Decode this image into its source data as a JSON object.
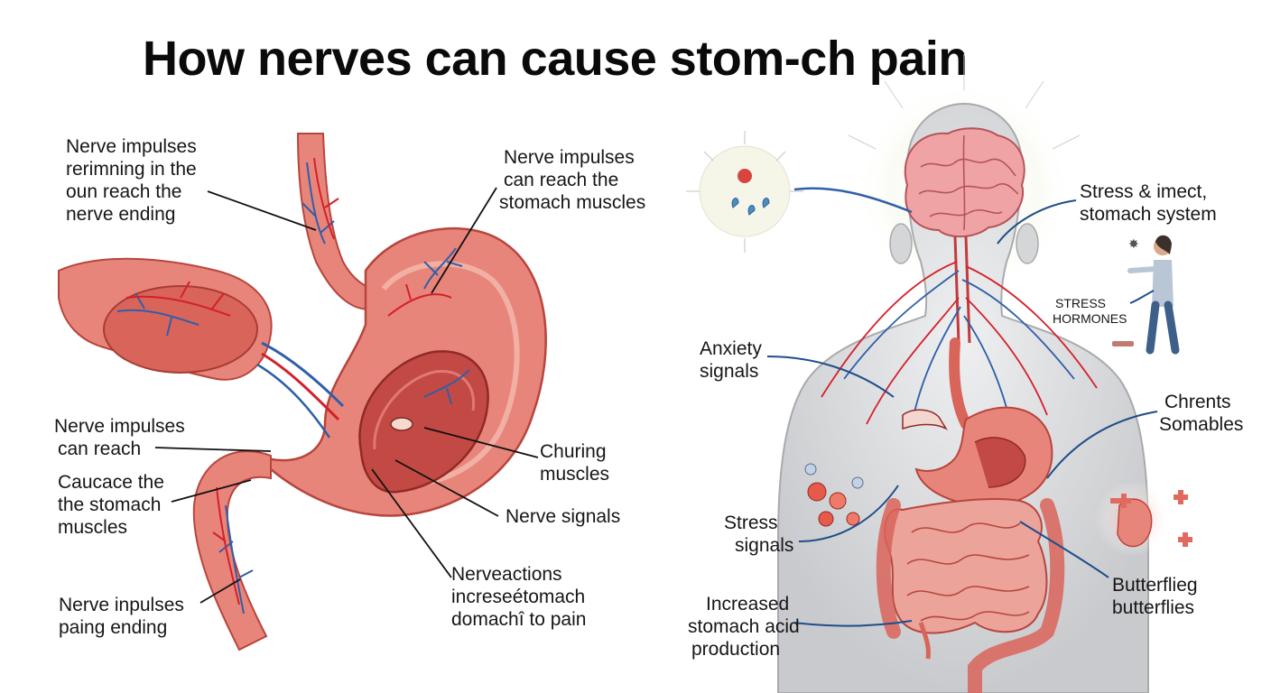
{
  "title": "How nerves can cause stom-ch pain",
  "left_labels": {
    "impulses_running": [
      "Nerve impulses",
      "rerimning in the",
      "oun reach the",
      "nerve ending"
    ],
    "reach_stomach_muscles": [
      "Nerve impulses",
      "can reach the",
      "stomach muscles"
    ],
    "can_reach": [
      "Nerve impulses",
      "can reach"
    ],
    "caucace": [
      "Caucace the",
      "the stomach",
      "muscles"
    ],
    "churning": [
      "Churing",
      "muscles"
    ],
    "nerve_signals": [
      "Nerve signals"
    ],
    "nerveactions": [
      "Nerveactions",
      "increseétomach",
      "domachî to pain"
    ],
    "paing_ending": [
      "Nerve inpulses",
      "paing ending"
    ]
  },
  "right_labels": {
    "stress_impact": [
      "Stress & imect,",
      "stomach system"
    ],
    "stress_hormones": [
      "STRESS",
      "HORMONES"
    ],
    "anxiety": [
      "Anxiety",
      "signals"
    ],
    "chrents": [
      "Chrents",
      "Somables"
    ],
    "stress_signals": [
      "Stress",
      "signals"
    ],
    "butterflies": [
      "Butterflieg",
      "butterflies"
    ],
    "acid": [
      "Increased",
      "stomach acid",
      "production"
    ]
  },
  "colors": {
    "tissue": "#e8857a",
    "tissue_dark": "#c9544a",
    "tissue_light": "#f6c2b8",
    "artery": "#d4202a",
    "vein": "#2f5fa8",
    "body": "#d9dadc",
    "brain": "#f0a3a5"
  }
}
